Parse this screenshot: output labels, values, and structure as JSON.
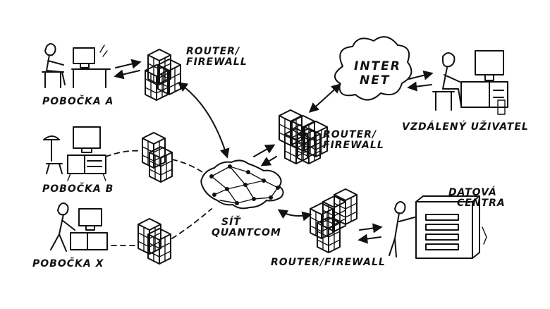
{
  "labels": {
    "pobocka_a": "POBOČKA A",
    "pobocka_b": "POBOČKA B",
    "pobocka_x": "POBOČKA X",
    "router_top": [
      "ROUTER/",
      "FIREWALL"
    ],
    "router_mid": [
      "ROUTER/",
      "FIREWALL"
    ],
    "router_bottom": "ROUTER/FIREWALL",
    "internet": [
      "INTER",
      "NET"
    ],
    "remote_user": "VZDÁLENÝ UŽIVATEL",
    "datacenter": [
      "DATOVÁ",
      "CENTRA"
    ],
    "network": [
      "SÍŤ",
      "QUANTCOM"
    ]
  }
}
